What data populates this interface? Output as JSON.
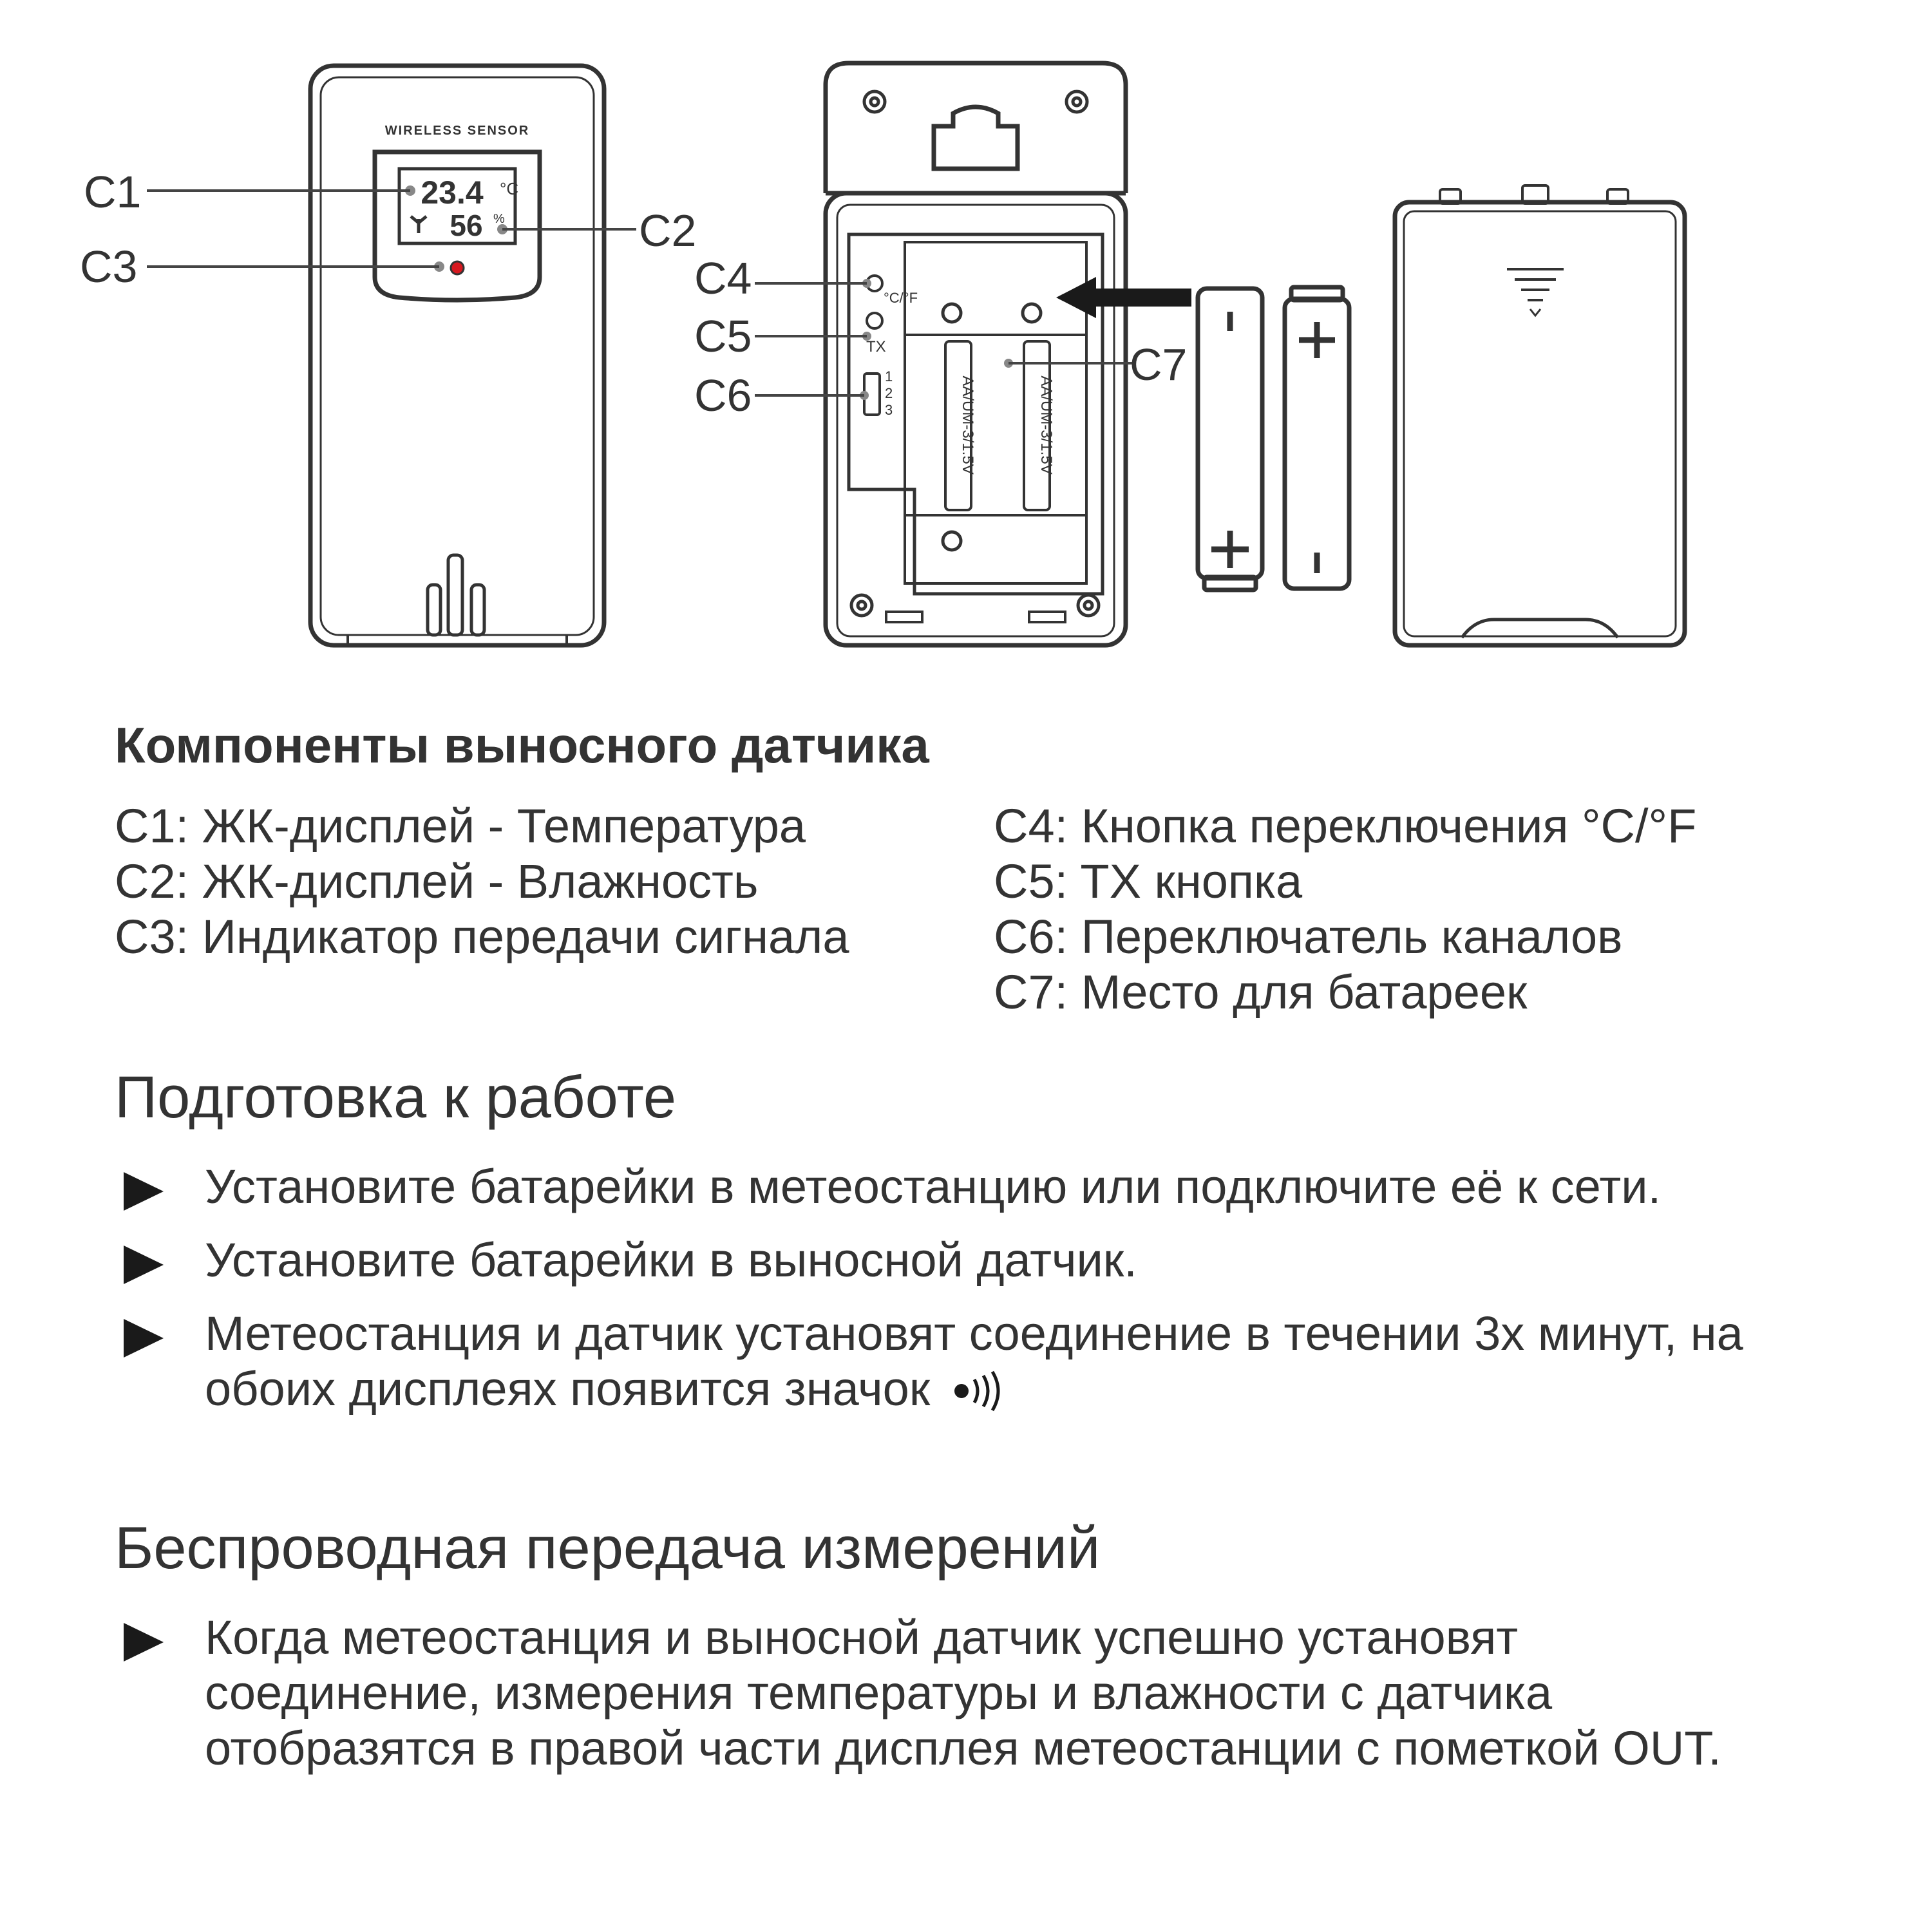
{
  "figure": {
    "sensor_label": "WIRELESS SENSOR",
    "lcd_temperature": "23.4",
    "lcd_temp_unit": "°C",
    "lcd_humidity": "56",
    "lcd_humidity_unit": "%",
    "callouts": {
      "c1": "C1",
      "c2": "C2",
      "c3": "C3",
      "c4": "C4",
      "c5": "C5",
      "c6": "C6",
      "c7": "C7"
    },
    "button_c4_label": "°C/°F",
    "button_c5_label": "TX",
    "switch_labels": [
      "1",
      "2",
      "3"
    ],
    "battery_slot_label": "AA/UM-3/1.5V"
  },
  "components": {
    "title": "Компоненты выносного датчика",
    "left": [
      "C1: ЖК-дисплей - Температура",
      "C2: ЖК-дисплей - Влажность",
      "C3: Индикатор передачи сигнала"
    ],
    "right": [
      "C4: Кнопка переключения °C/°F",
      "C5: TX кнопка",
      "C6: Переключатель каналов",
      "C7: Место для батареек"
    ]
  },
  "preparation": {
    "title": "Подготовка к работе",
    "items": [
      "Установите батарейки в метеостанцию или подключите её к сети.",
      "Установите батарейки в выносной датчик.",
      "Метеостанция и датчик установят соединение в течении 3х минут, на обоих дисплеях появится значок"
    ],
    "signal_icon": "signal-icon"
  },
  "wireless": {
    "title": "Беспроводная передача измерений",
    "items": [
      "Когда метеостанция и выносной датчик успешно установят соединение, измерения температуры и влажности с датчика отобразятся в правой части дисплея метеостанции с пометкой OUT."
    ]
  }
}
